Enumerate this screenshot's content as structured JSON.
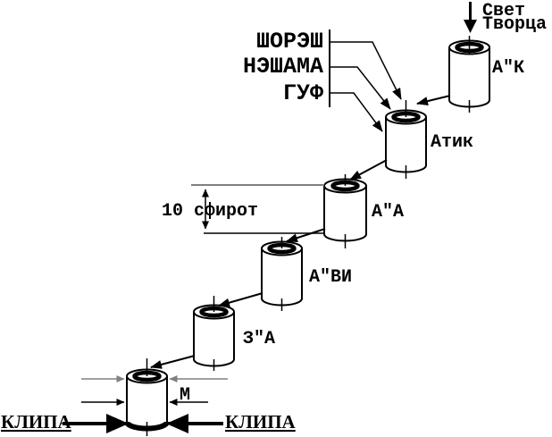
{
  "colors": {
    "line": "#000000",
    "dim_gray": "#808080",
    "background": "#ffffff"
  },
  "creator_light": {
    "line1": "Свет",
    "line2": "Творца"
  },
  "soul_labels": {
    "shoresh": "ШОРЭШ",
    "neshama": "НЭШАМА",
    "guf": "ГУФ"
  },
  "dimension": {
    "label": "10 сфирот"
  },
  "vessels": {
    "ak": "А\"К",
    "atik": "Атик",
    "aa": "А\"А",
    "avi": "А\"ВИ",
    "za": "З\"А",
    "m": "М"
  },
  "klipa": {
    "left": "КЛИПА",
    "right": "КЛИПА"
  }
}
